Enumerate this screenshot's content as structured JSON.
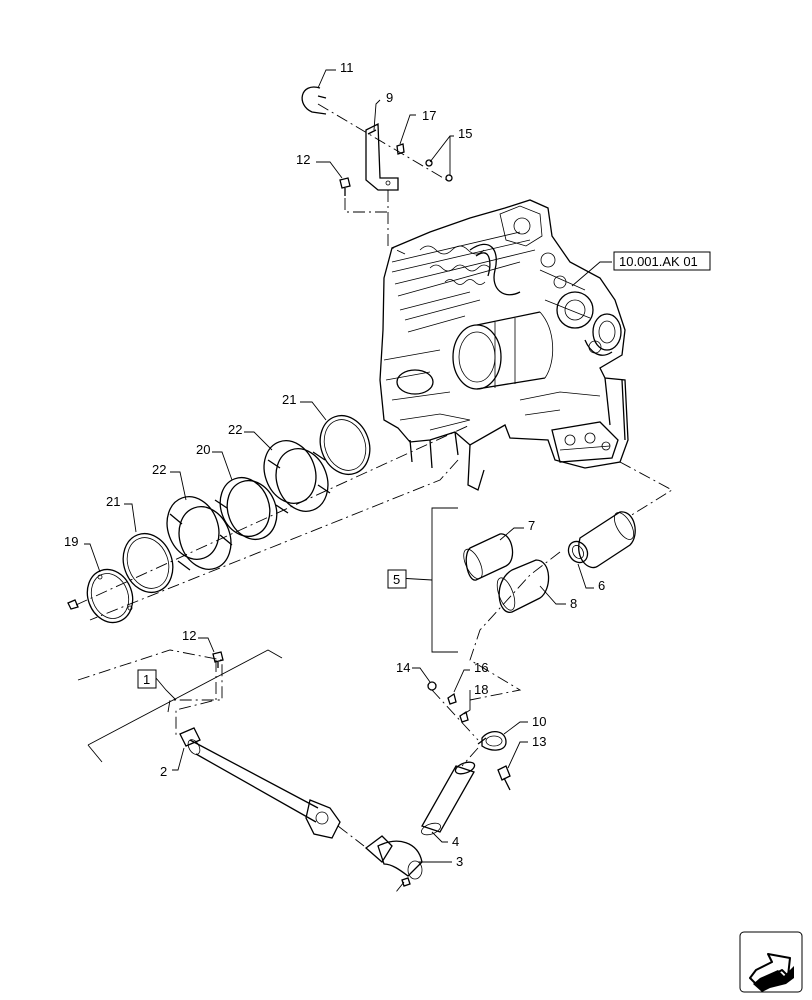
{
  "callouts": {
    "c11": "11",
    "c9": "9",
    "c17": "17",
    "c15": "15",
    "c12a": "12",
    "c21a": "21",
    "c22a": "22",
    "c20": "20",
    "c22b": "22",
    "c21b": "21",
    "c19": "19",
    "c7": "7",
    "c6": "6",
    "c8": "8",
    "c12b": "12",
    "c14": "14",
    "c16": "16",
    "c18": "18",
    "c10": "10",
    "c13": "13",
    "c2": "2",
    "c4": "4",
    "c3": "3"
  },
  "references": {
    "engine_ref": "10.001.AK 01",
    "group_5": "5",
    "group_1": "1"
  },
  "icons": {
    "nav": "next-page-arrow-icon"
  }
}
